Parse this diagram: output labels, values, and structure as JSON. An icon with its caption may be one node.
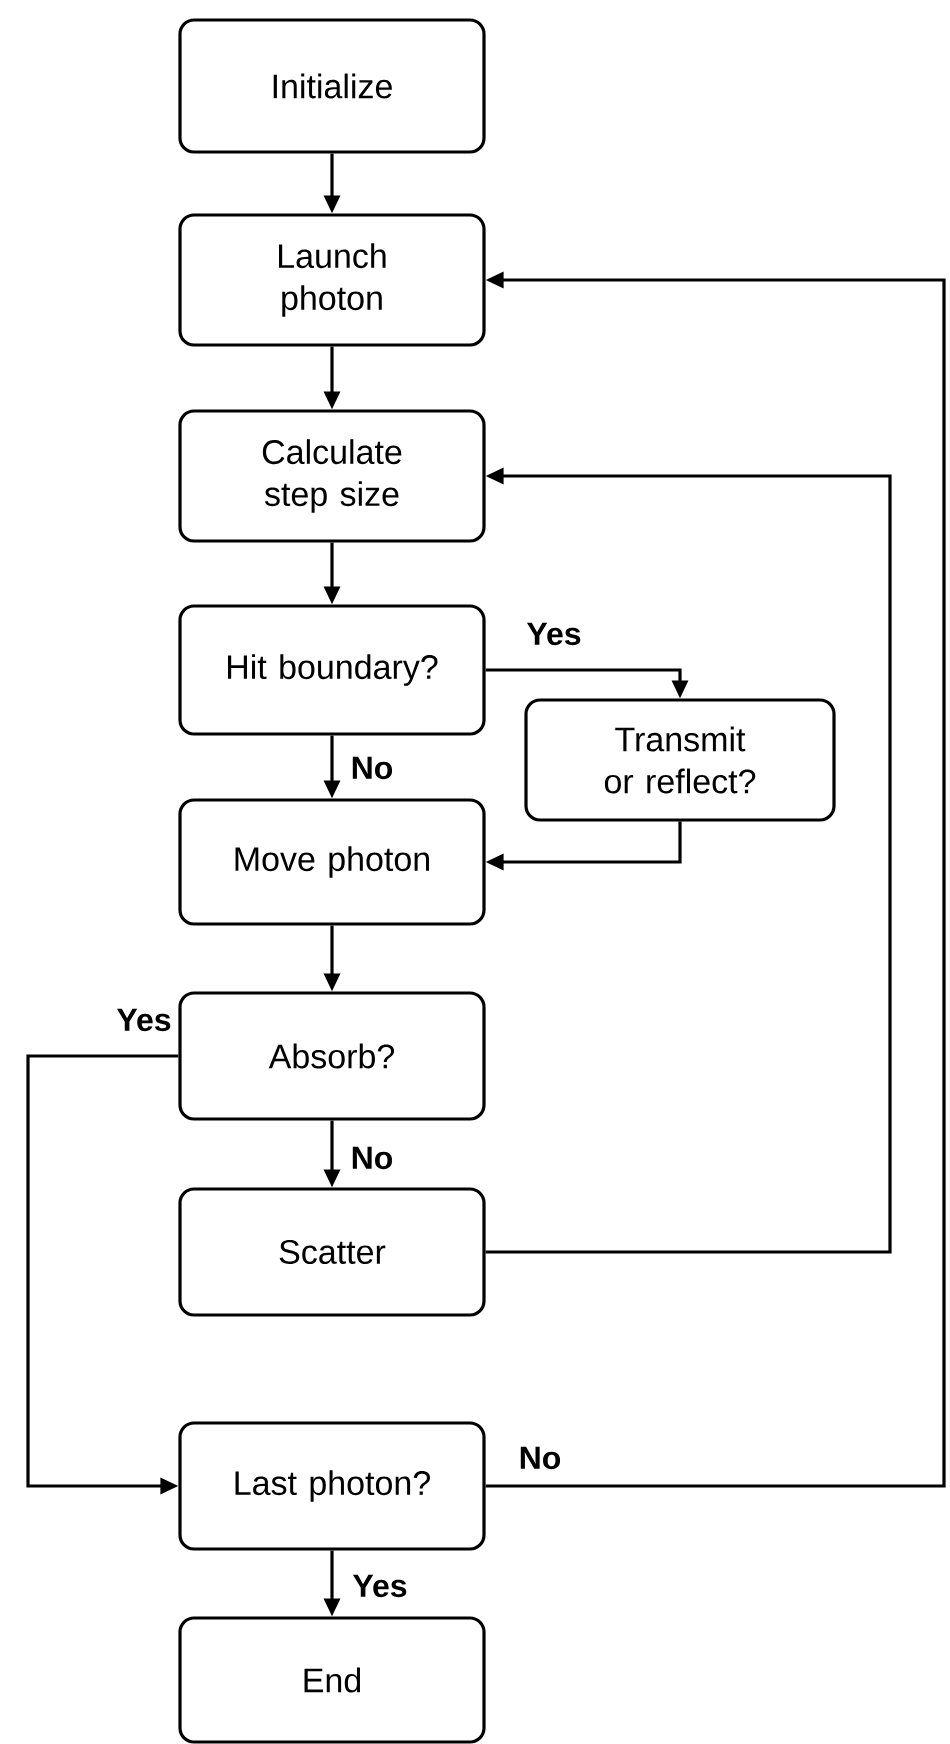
{
  "diagram": {
    "nodes": [
      {
        "text": [
          "Initialize"
        ]
      },
      {
        "text": [
          "Launch photon"
        ]
      },
      {
        "text": [
          "Calculate step size"
        ]
      },
      {
        "text": [
          "Hit boundary?"
        ]
      },
      {
        "text": [
          "Transmit or reflect?"
        ]
      },
      {
        "text": [
          "Move photon"
        ]
      },
      {
        "text": [
          "Absorb?"
        ]
      },
      {
        "text": [
          "Scatter"
        ]
      },
      {
        "text": [
          "Last photon?"
        ]
      },
      {
        "text": [
          "End"
        ]
      }
    ],
    "edges": [
      {
        "from": 0,
        "to": 1,
        "arrow": "to"
      },
      {
        "from": 1,
        "to": 2,
        "arrow": "to"
      },
      {
        "from": 2,
        "to": 3,
        "arrow": "to"
      },
      {
        "from": 3,
        "to": 4,
        "arrow": "to",
        "label": "Yes"
      },
      {
        "from": 3,
        "to": 5,
        "arrow": "to",
        "label": "No"
      },
      {
        "from": 4,
        "to": 5,
        "arrow": "to"
      },
      {
        "from": 5,
        "to": 6,
        "arrow": "to"
      },
      {
        "from": 6,
        "to": 7,
        "arrow": "to",
        "label": "No"
      },
      {
        "from": 7,
        "to": 2,
        "arrow": "to"
      },
      {
        "from": 6,
        "to": 8,
        "arrow": "to",
        "label": "Yes"
      },
      {
        "from": 8,
        "to": 1,
        "arrow": "to",
        "label": "No"
      },
      {
        "from": 8,
        "to": 9,
        "arrow": "to",
        "label": "Yes"
      }
    ]
  }
}
